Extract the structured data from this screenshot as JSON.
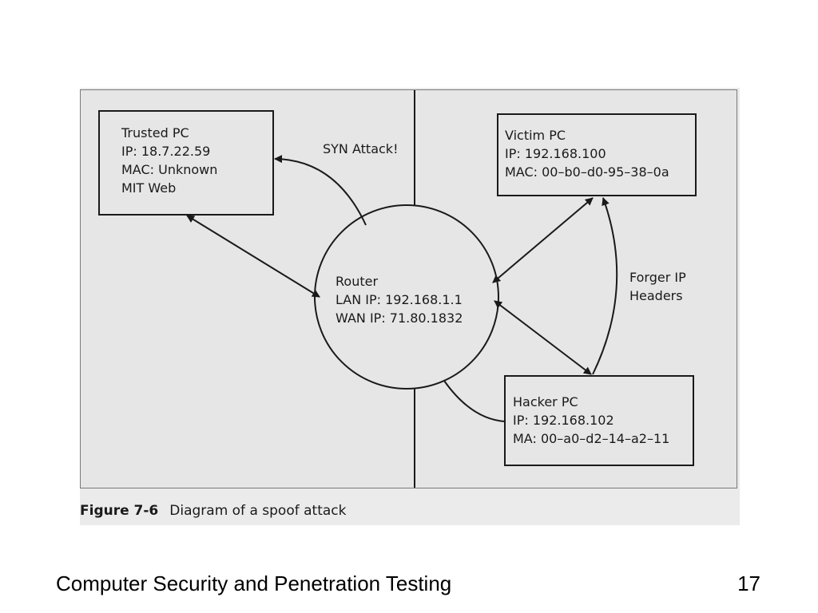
{
  "slide": {
    "footer_title": "Computer Security and Penetration Testing",
    "page_number": "17"
  },
  "figure": {
    "number": "Figure 7-6",
    "caption": "Diagram of a spoof attack"
  },
  "nodes": {
    "trusted_pc": [
      "Trusted PC",
      "IP: 18.7.22.59",
      "MAC: Unknown",
      "MIT Web"
    ],
    "victim_pc": [
      "Victim PC",
      "IP: 192.168.100",
      "MAC: 00–b0–d0-95–38–0a"
    ],
    "router": [
      "Router",
      "LAN IP: 192.168.1.1",
      "WAN IP: 71.80.1832"
    ],
    "hacker_pc": [
      "Hacker PC",
      "IP: 192.168.102",
      "MA: 00–a0–d2–14–a2–11"
    ]
  },
  "edge_labels": {
    "syn_attack": "SYN Attack!",
    "forger_ip": [
      "Forger IP",
      "Headers"
    ]
  },
  "colors": {
    "line": "#1a1a1a",
    "panel": "#e6e6e6",
    "box_fill": "#e6e6e6"
  }
}
